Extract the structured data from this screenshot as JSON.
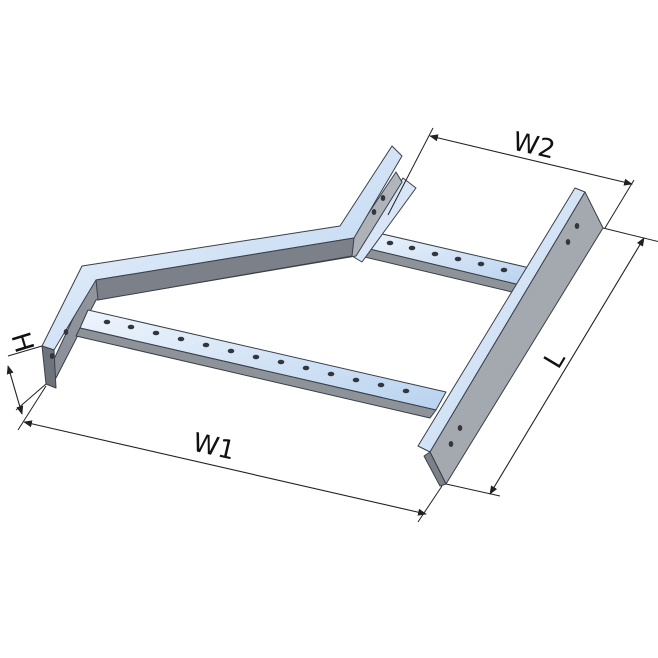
{
  "diagram": {
    "dimensions": {
      "w1": "W1",
      "w2": "W2",
      "h": "H",
      "l": "L"
    },
    "colors": {
      "top_face": "#c9dcf3",
      "top_face_light": "#e8f1fb",
      "side_face": "#9ea3aa",
      "side_face_dark": "#6f747c",
      "hole": "#33373d",
      "edge": "#3a3f48"
    }
  }
}
